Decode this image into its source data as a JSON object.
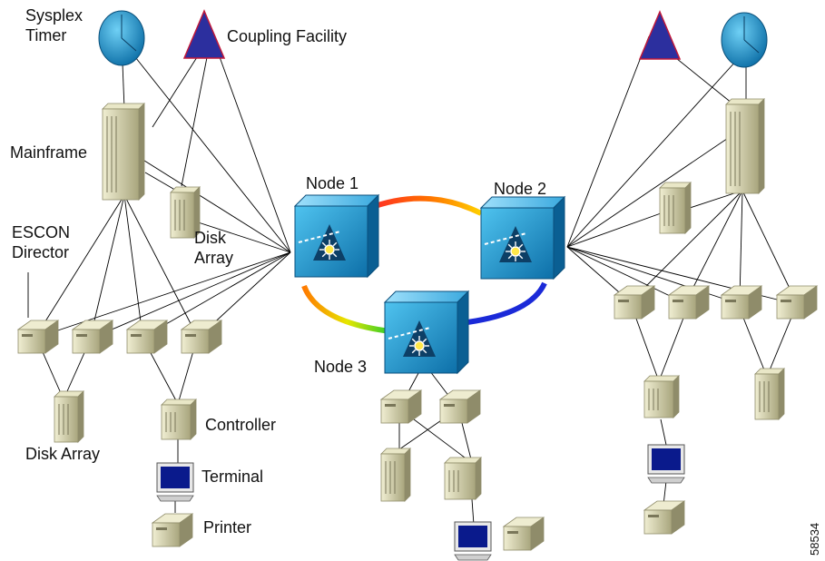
{
  "labels": {
    "sysplex_timer": "Sysplex\nTimer",
    "coupling_facility": "Coupling Facility",
    "mainframe": "Mainframe",
    "escon_director": "ESCON\nDirector",
    "disk_array_top": "Disk\nArray",
    "disk_array_bottom": "Disk Array",
    "controller": "Controller",
    "terminal": "Terminal",
    "printer": "Printer",
    "node1": "Node 1",
    "node2": "Node 2",
    "node3": "Node 3"
  },
  "figure_id": "58534",
  "colors": {
    "line": "#000000",
    "node_face": "#1f9fd8",
    "node_dark": "#0a5f93",
    "device": "#d8d5b0",
    "device_dark": "#8f8c6a",
    "timer": "#1d9ed4",
    "triangle": "#2c2f9e",
    "monitor_screen": "#0a1a8c",
    "ring_blue": "#1b2ad8"
  }
}
